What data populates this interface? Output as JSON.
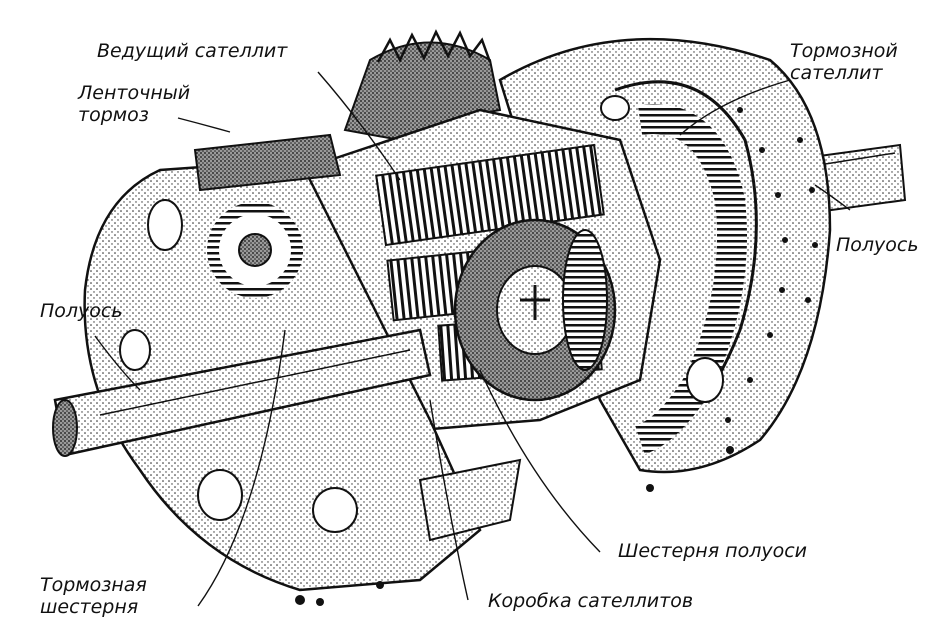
{
  "labels": {
    "vedushchiy": "Ведущий сателлит",
    "lentochnyy_1": "Ленточный",
    "lentochnyy_2": "тормоз",
    "tormoznoy_sat_1": "Тормозной",
    "tormoznoy_sat_2": "сателлит",
    "poluos_right": "Полуось",
    "poluos_left": "Полуось",
    "tormoznaya_1": "Тормозная",
    "tormoznaya_2": "шестерня",
    "shesternya_poluosi": "Шестерня полуоси",
    "korobka": "Коробка сателлитов"
  },
  "colors": {
    "ink": "#111111",
    "paper": "#ffffff",
    "shade": "#6a6a6a"
  }
}
